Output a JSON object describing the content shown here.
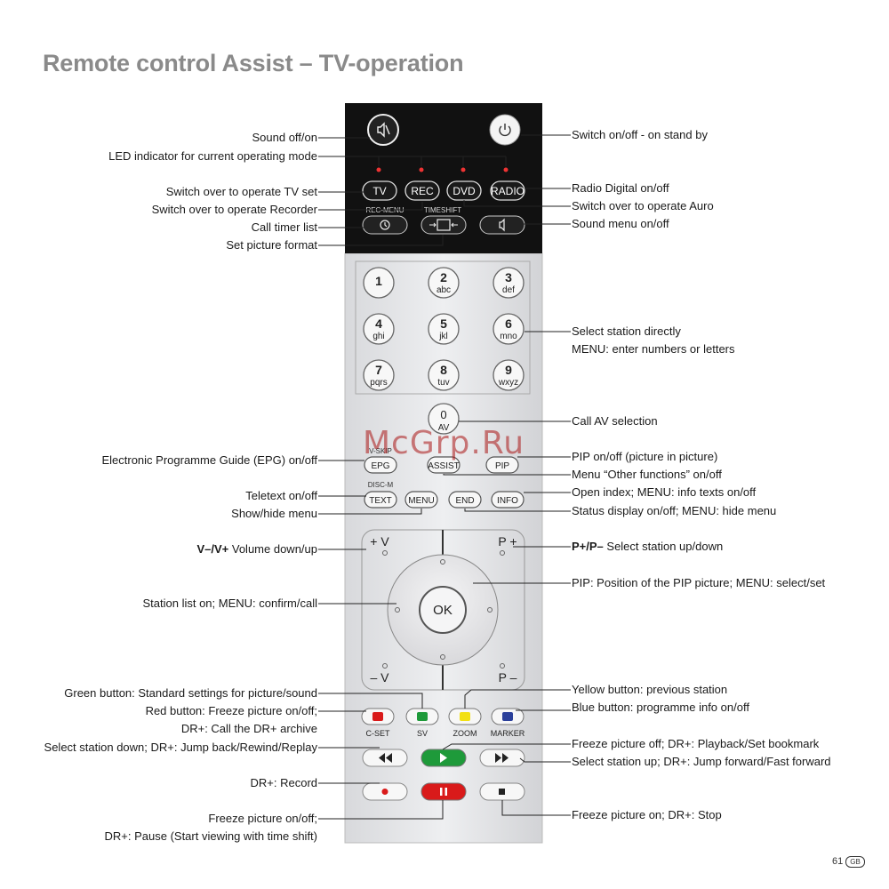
{
  "page": {
    "title": "Remote control Assist – TV-operation",
    "page_number": "61",
    "lang_badge": "GB"
  },
  "watermark": "McGrp.Ru",
  "remote": {
    "top_buttons": {
      "sound_icon": "mute-icon",
      "power_icon": "power-icon"
    },
    "mode_buttons": [
      "TV",
      "REC",
      "DVD",
      "RADIO"
    ],
    "small_labels": {
      "rec_menu": "REC-MENU",
      "timeshift": "TIMESHIFT",
      "vskip": "V-SKIP",
      "disc_m": "DISC-M"
    },
    "numpad": [
      {
        "num": "1",
        "sub": ""
      },
      {
        "num": "2",
        "sub": "abc"
      },
      {
        "num": "3",
        "sub": "def"
      },
      {
        "num": "4",
        "sub": "ghi"
      },
      {
        "num": "5",
        "sub": "jkl"
      },
      {
        "num": "6",
        "sub": "mno"
      },
      {
        "num": "7",
        "sub": "pqrs"
      },
      {
        "num": "8",
        "sub": "tuv"
      },
      {
        "num": "9",
        "sub": "wxyz"
      }
    ],
    "zero": {
      "num": "0",
      "sub": "AV"
    },
    "func_row1": [
      "EPG",
      "ASSIST",
      "PIP"
    ],
    "func_row2": [
      "TEXT",
      "MENU",
      "END",
      "INFO"
    ],
    "nav": {
      "vol_up": "+ V",
      "vol_down": "– V",
      "prog_up": "P +",
      "prog_down": "P –",
      "ok": "OK"
    },
    "color_labels": [
      "C-SET",
      "SV",
      "ZOOM",
      "MARKER"
    ],
    "colors": {
      "red": "#d91a1a",
      "green": "#1e9a3a",
      "yellow": "#f2e012",
      "blue": "#2a3f9a"
    }
  },
  "labels_left": [
    "Sound off/on",
    "LED indicator for current operating mode",
    "Switch over to operate TV set",
    "Switch over to operate Recorder",
    "Call timer list",
    "Set picture format",
    "Electronic Programme Guide (EPG) on/off",
    "Teletext on/off",
    "Show/hide menu",
    "Volume down/up",
    "Station list on; MENU: confirm/call",
    "Green button: Standard settings for picture/sound",
    "Red button: Freeze picture on/off;",
    "DR+: Call the DR+ archive",
    "Select station down; DR+: Jump back/Rewind/Replay",
    "DR+: Record",
    "Freeze picture on/off;",
    "DR+: Pause (Start viewing with time shift)"
  ],
  "vol_bold": "V–/V+",
  "labels_right": [
    "Switch on/off - on stand by",
    "Radio Digital on/off",
    "Switch over to operate Auro",
    "Sound menu on/off",
    "Select station directly",
    "MENU: enter numbers or letters",
    "Call AV selection",
    "PIP on/off (picture in picture)",
    "Menu “Other functions” on/off",
    "Open index; MENU: info texts on/off",
    "Status display on/off; MENU: hide menu",
    "Select station up/down",
    "PIP: Position of the PIP picture; MENU: select/set",
    "Yellow button: previous station",
    "Blue button: programme info on/off",
    "Freeze picture off; DR+: Playback/Set bookmark",
    "Select station up; DR+: Jump forward/Fast forward",
    "Freeze picture on; DR+: Stop"
  ],
  "p_bold": "P+/P–"
}
